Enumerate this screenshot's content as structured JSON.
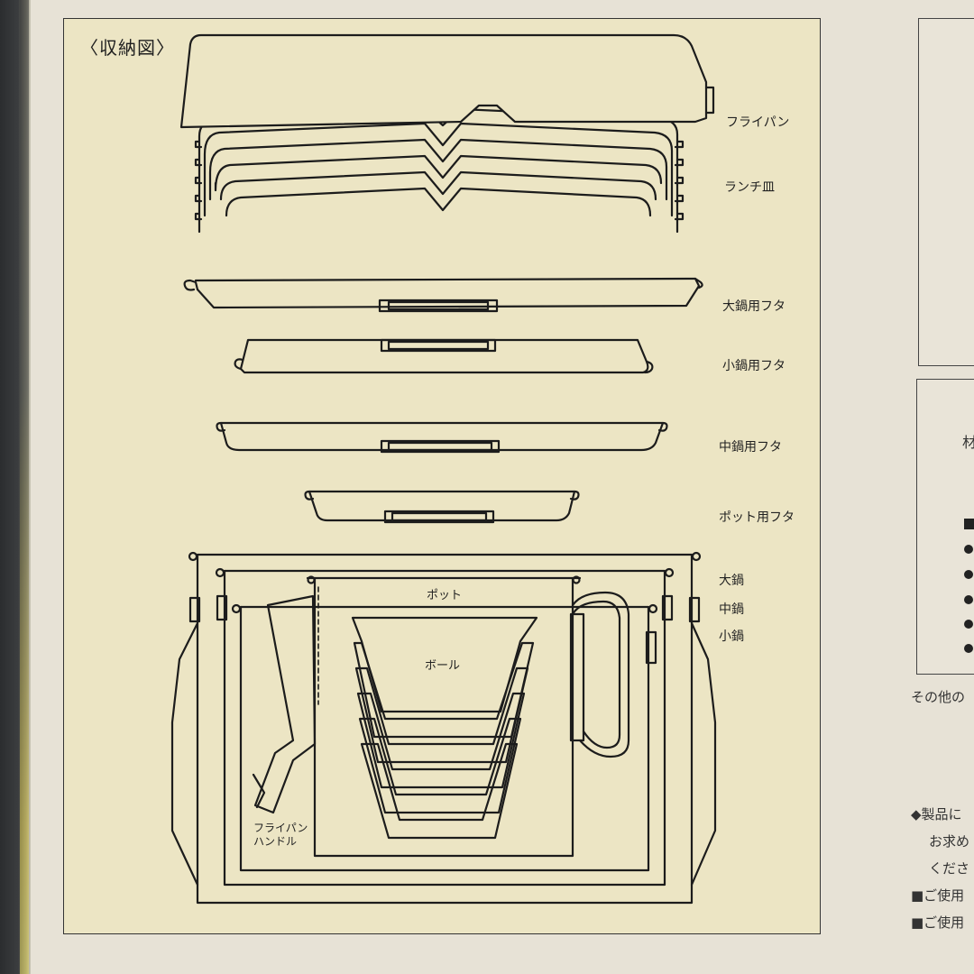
{
  "diagram": {
    "title": "〈収納図〉",
    "labels": {
      "frypan": "フライパン",
      "lunch_plate": "ランチ皿",
      "large_pot_lid": "大鍋用フタ",
      "small_pot_lid": "小鍋用フタ",
      "medium_pot_lid": "中鍋用フタ",
      "kettle_lid": "ポット用フタ",
      "large_pot": "大鍋",
      "medium_pot": "中鍋",
      "small_pot": "小鍋",
      "kettle": "ポット",
      "bowl": "ボール",
      "frypan_handle_line1": "フライパン",
      "frypan_handle_line2": "ハンドル"
    }
  },
  "side_panel": {
    "material_fragment": "材",
    "other_fragment": "その他の",
    "notes": [
      "◆製品に",
      "お求め",
      "くださ",
      "■ご使用",
      "■ご使用"
    ]
  }
}
